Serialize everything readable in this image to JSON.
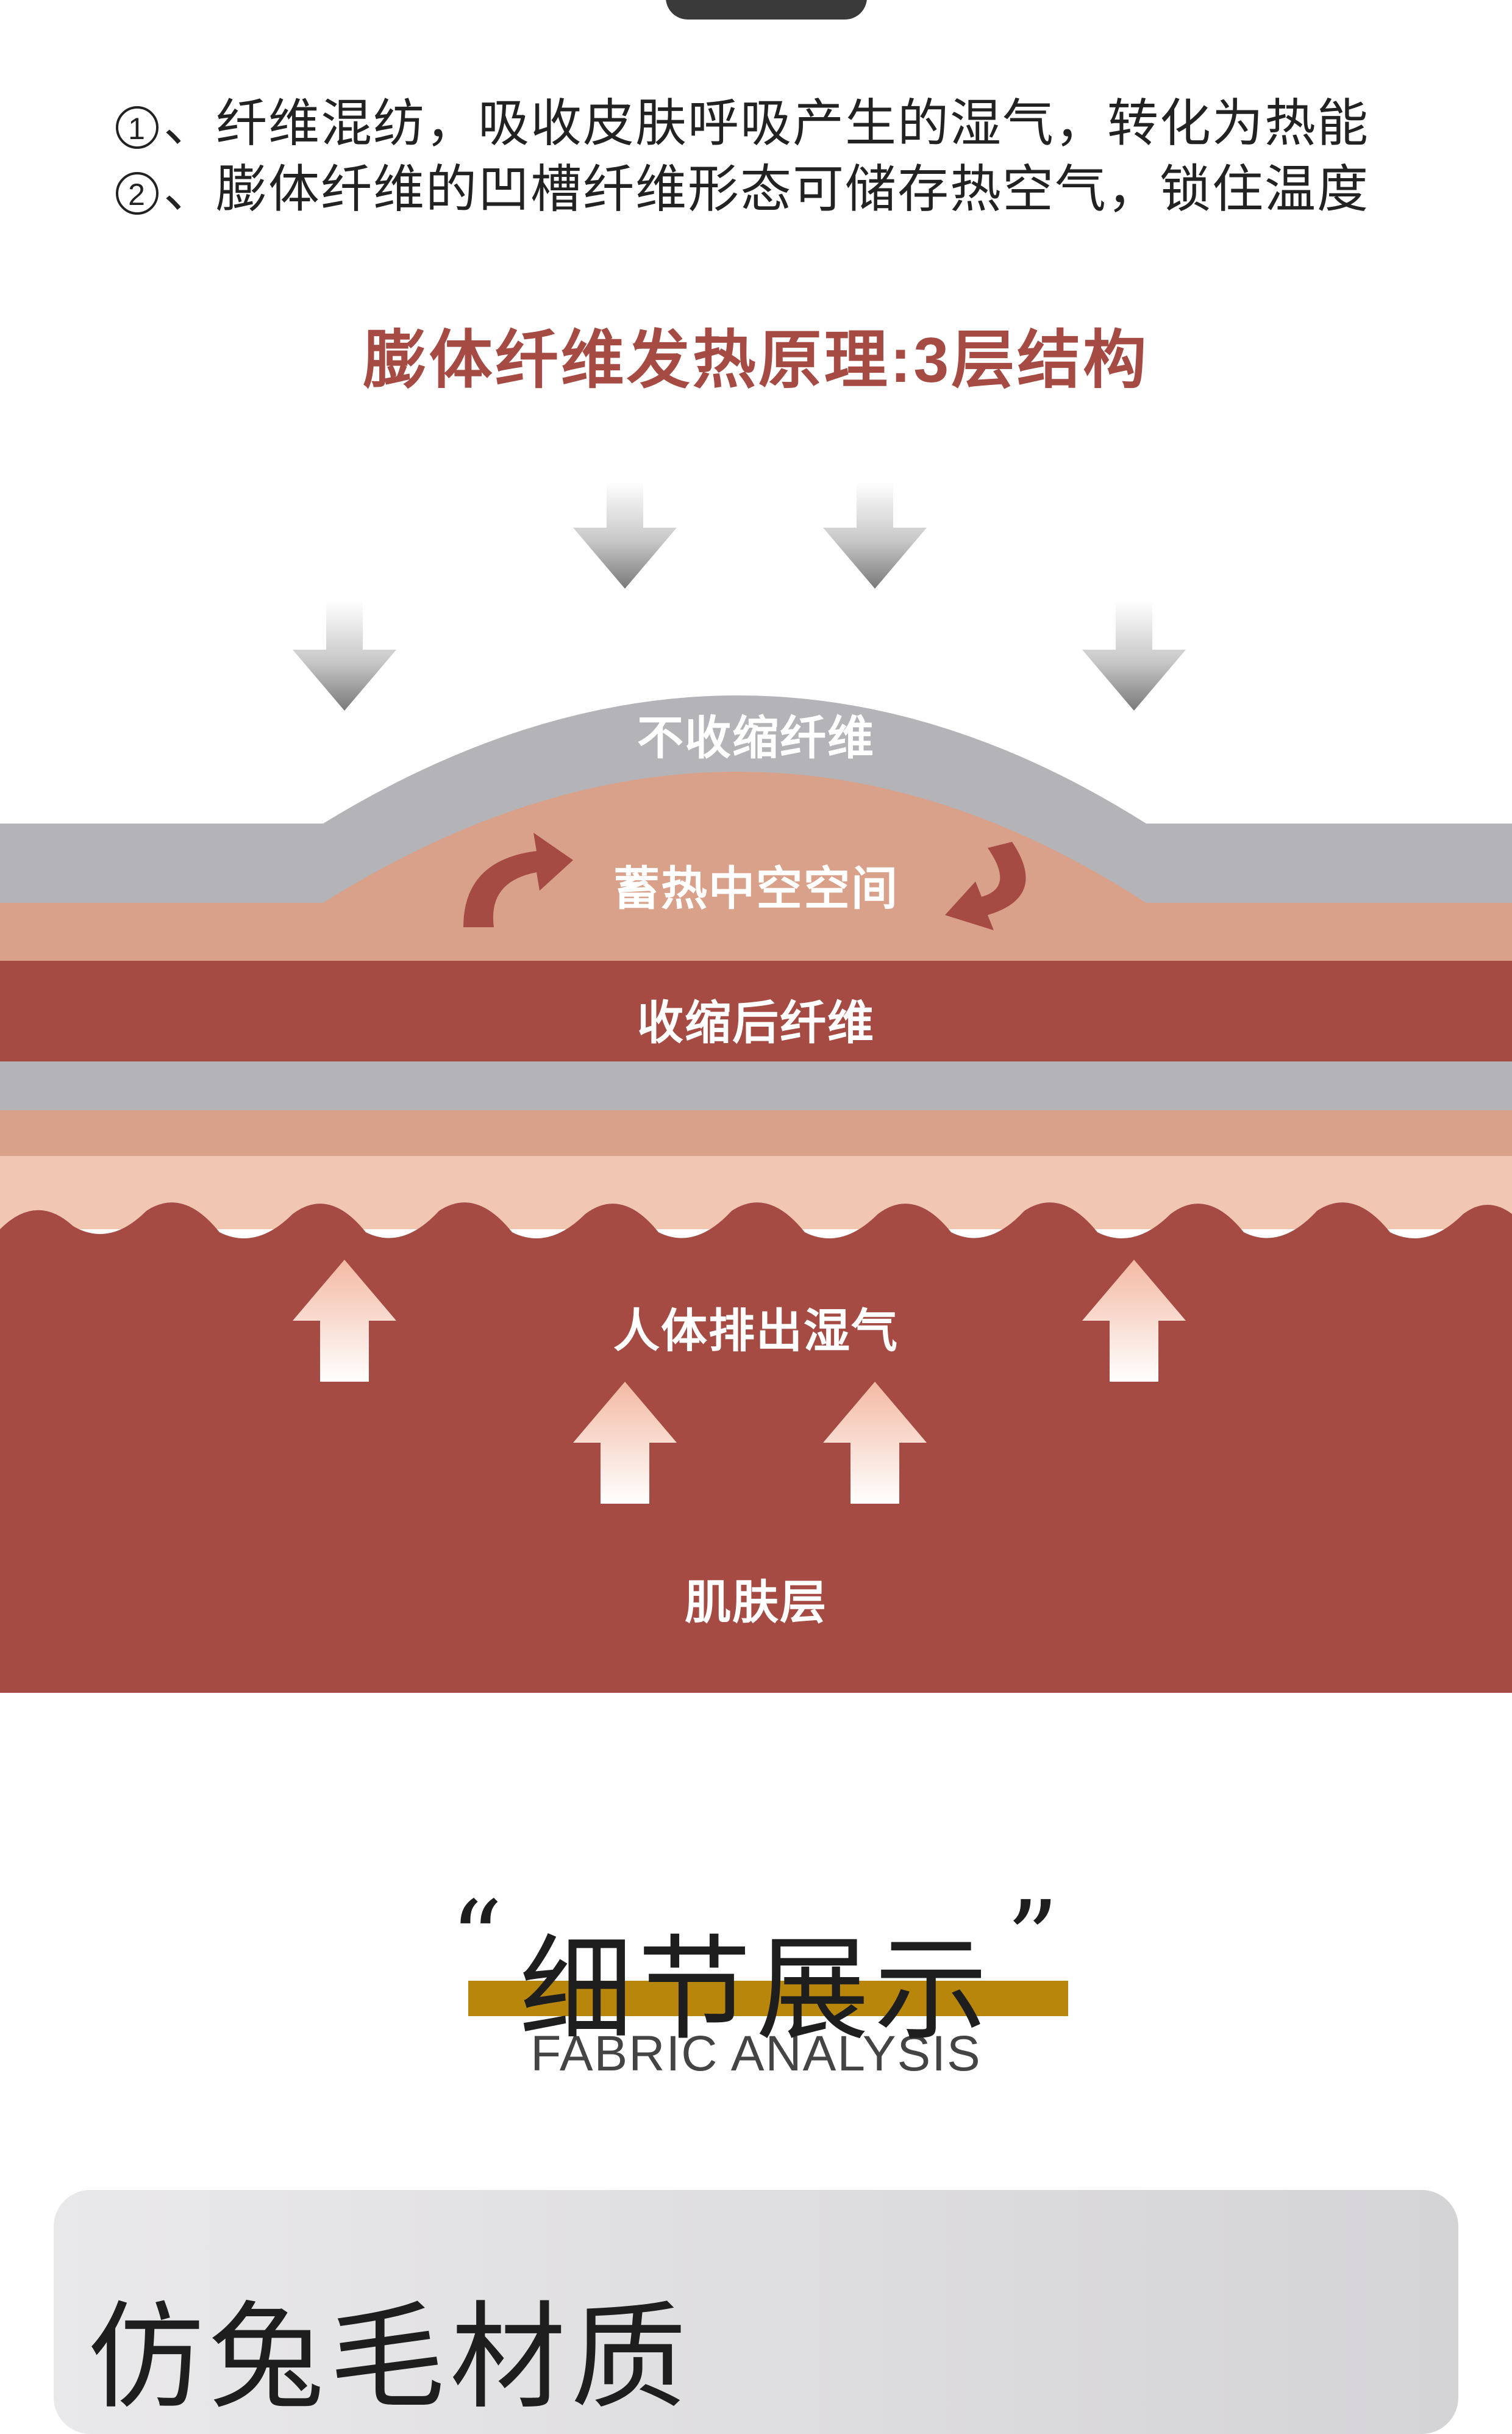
{
  "points": [
    {
      "num": "1",
      "text": "、纤维混纺，吸收皮肤呼吸产生的湿气，转化为热能"
    },
    {
      "num": "2",
      "text": "、膨体纤维的凹槽纤维形态可储存热空气，锁住温度"
    }
  ],
  "diagram": {
    "title": "膨体纤维发热原理:3层结构",
    "labels": {
      "outer": "不收缩纤维",
      "hollow": "蓄热中空空间",
      "shrink": "收缩后纤维",
      "moisture": "人体排出湿气",
      "skin": "肌肤层"
    },
    "colors": {
      "accent": "#a54b44",
      "gray": "#b4b4b8",
      "peach": "#d9a08a",
      "light_peach": "#f1c7b2"
    }
  },
  "section": {
    "open_quote": "“",
    "close_quote": "”",
    "title": "细节展示",
    "subtitle": "FABRIC ANALYSIS",
    "accent": "#b8860b"
  },
  "card": {
    "title": "仿兔毛材质"
  }
}
